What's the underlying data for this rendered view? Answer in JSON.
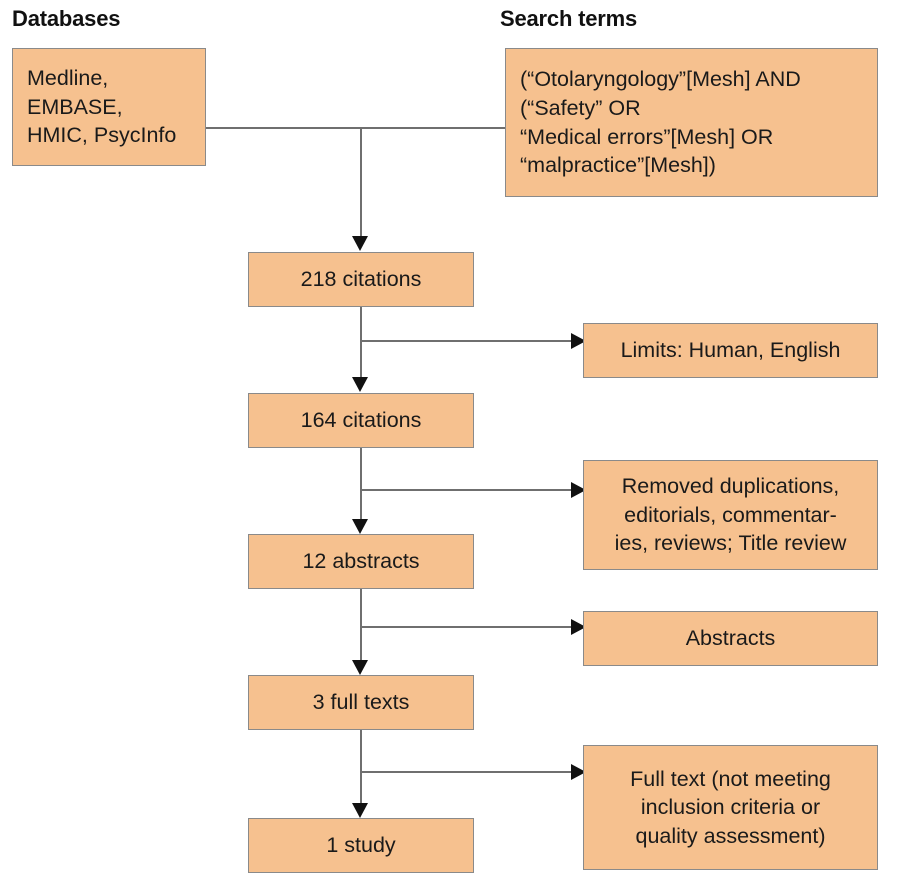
{
  "headers": {
    "databases": "Databases",
    "search_terms": "Search terms"
  },
  "nodes": {
    "databases_box": "Medline,\nEMBASE,\nHMIC, PsycInfo",
    "search_terms_box": "(“Otolaryngology”[Mesh] AND\n(“Safety” OR\n“Medical errors”[Mesh] OR\n“malpractice”[Mesh])",
    "citations_218": "218 citations",
    "citations_164": "164 citations",
    "abstracts_12": "12 abstracts",
    "full_texts_3": "3 full texts",
    "study_1": "1 study",
    "limits": "Limits: Human, English",
    "removed": "Removed duplications,\neditorials, commentar-\nies, reviews; Title review",
    "abstracts_excl": "Abstracts",
    "full_text_excl": "Full text (not meeting\ninclusion criteria or\nquality assessment)"
  },
  "colors": {
    "node_fill": "#f6c18f",
    "node_border": "#8a8a8a",
    "edge": "#6f6f6f",
    "arrow": "#111111",
    "text": "#1a1a1a",
    "background": "#ffffff"
  },
  "chart_data": {
    "type": "diagram",
    "title": "PRISMA-style literature search flow diagram",
    "flow_stages": [
      {
        "stage": "databases",
        "label": "Medline, EMBASE, HMIC, PsycInfo"
      },
      {
        "stage": "search_terms",
        "label": "(“Otolaryngology”[Mesh] AND (“Safety” OR “Medical errors”[Mesh] OR “malpractice”[Mesh])"
      },
      {
        "stage": "identified",
        "count": 218,
        "label": "218 citations"
      },
      {
        "stage": "after_limits",
        "count": 164,
        "label": "164 citations",
        "exclusion": "Limits: Human, English"
      },
      {
        "stage": "abstracts",
        "count": 12,
        "label": "12 abstracts",
        "exclusion": "Removed duplications, editorials, commentaries, reviews; Title review"
      },
      {
        "stage": "full_texts",
        "count": 3,
        "label": "3 full texts",
        "exclusion": "Abstracts"
      },
      {
        "stage": "included",
        "count": 1,
        "label": "1 study",
        "exclusion": "Full text (not meeting inclusion criteria or quality assessment)"
      }
    ]
  }
}
